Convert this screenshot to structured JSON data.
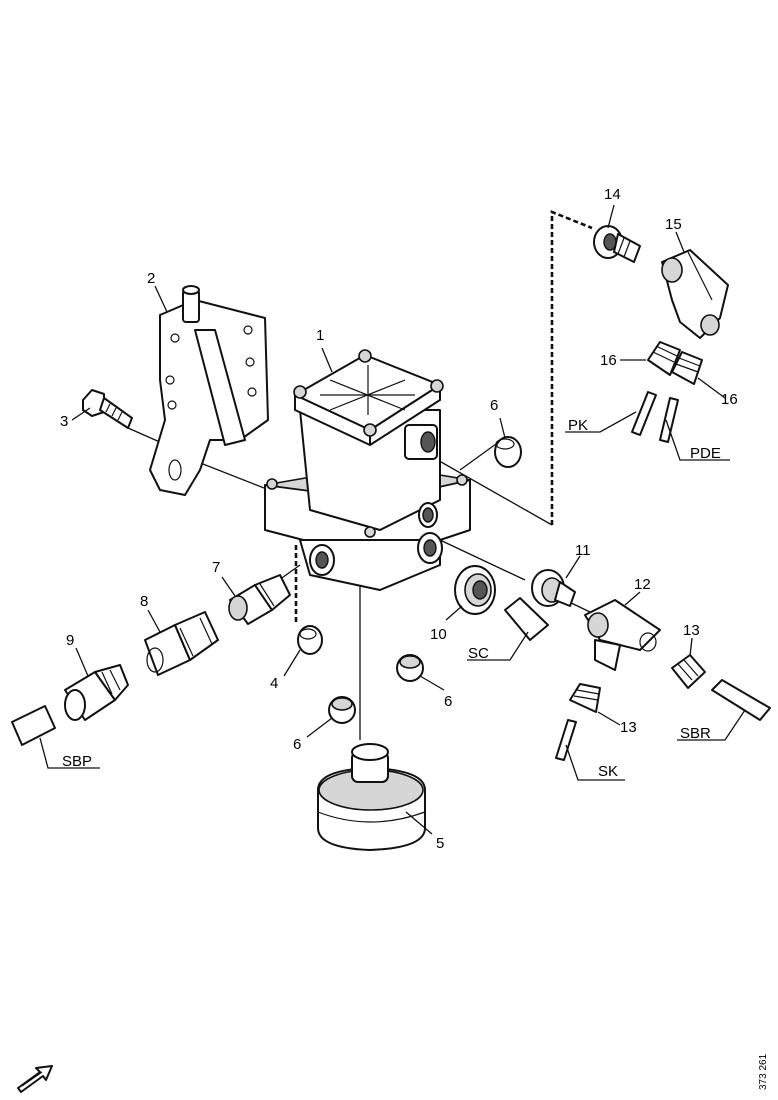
{
  "callouts": {
    "c1": "1",
    "c2": "2",
    "c3": "3",
    "c4": "4",
    "c5": "5",
    "c6a": "6",
    "c6b": "6",
    "c6c": "6",
    "c7": "7",
    "c8": "8",
    "c9": "9",
    "c10": "10",
    "c11": "11",
    "c12": "12",
    "c13a": "13",
    "c13b": "13",
    "c14": "14",
    "c15": "15",
    "c16a": "16",
    "c16b": "16"
  },
  "line_codes": {
    "pk": "PK",
    "pde": "PDE",
    "sc": "SC",
    "sbp": "SBP",
    "sk": "SK",
    "sbr": "SBR"
  },
  "drawing_ref": "373 261",
  "icons": {
    "orientation": "arrow-icon"
  }
}
